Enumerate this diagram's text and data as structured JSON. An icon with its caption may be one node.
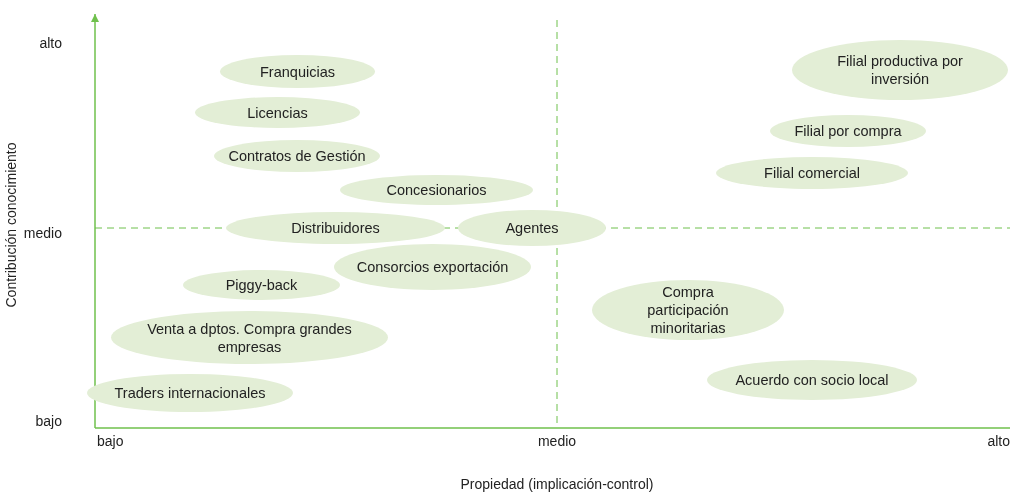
{
  "diagram": {
    "nodes": [
      {
        "text": [
          "Filial productiva por inversión"
        ]
      },
      {
        "text": [
          "Franquicias"
        ]
      },
      {
        "text": [
          "Licencias"
        ]
      },
      {
        "text": [
          "Filial por compra"
        ]
      },
      {
        "text": [
          "Contratos de Gestión"
        ]
      },
      {
        "text": [
          "Filial comercial"
        ]
      },
      {
        "text": [
          "Concesionarios"
        ]
      },
      {
        "text": [
          "Distribuidores"
        ]
      },
      {
        "text": [
          "Agentes"
        ]
      },
      {
        "text": [
          "Consorcios exportación"
        ]
      },
      {
        "text": [
          "Piggy-back"
        ]
      },
      {
        "text": [
          "Compra participación minoritarias"
        ]
      },
      {
        "text": [
          "Venta a dptos. Compra grandes empresas"
        ]
      },
      {
        "text": [
          "Acuerdo con socio local"
        ]
      },
      {
        "text": [
          "Traders internacionales"
        ]
      }
    ],
    "labels": [
      "alto",
      "medio",
      "bajo",
      "Contribución conocimiento",
      "bajo",
      "medio",
      "alto",
      "Propiedad (implicación-control)"
    ]
  }
}
